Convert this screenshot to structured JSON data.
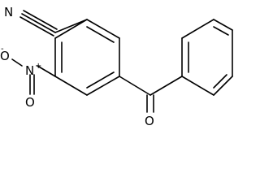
{
  "molecule": {
    "atoms": {
      "nitrile_n": "N",
      "nitro_n": "N",
      "nitro_o1": "O",
      "nitro_o2": "O",
      "carbonyl_o": "O"
    },
    "charges": {
      "nitro_n": "+",
      "nitro_o1": "-"
    }
  },
  "colors": {
    "bond": "#000000",
    "background": "#ffffff"
  }
}
